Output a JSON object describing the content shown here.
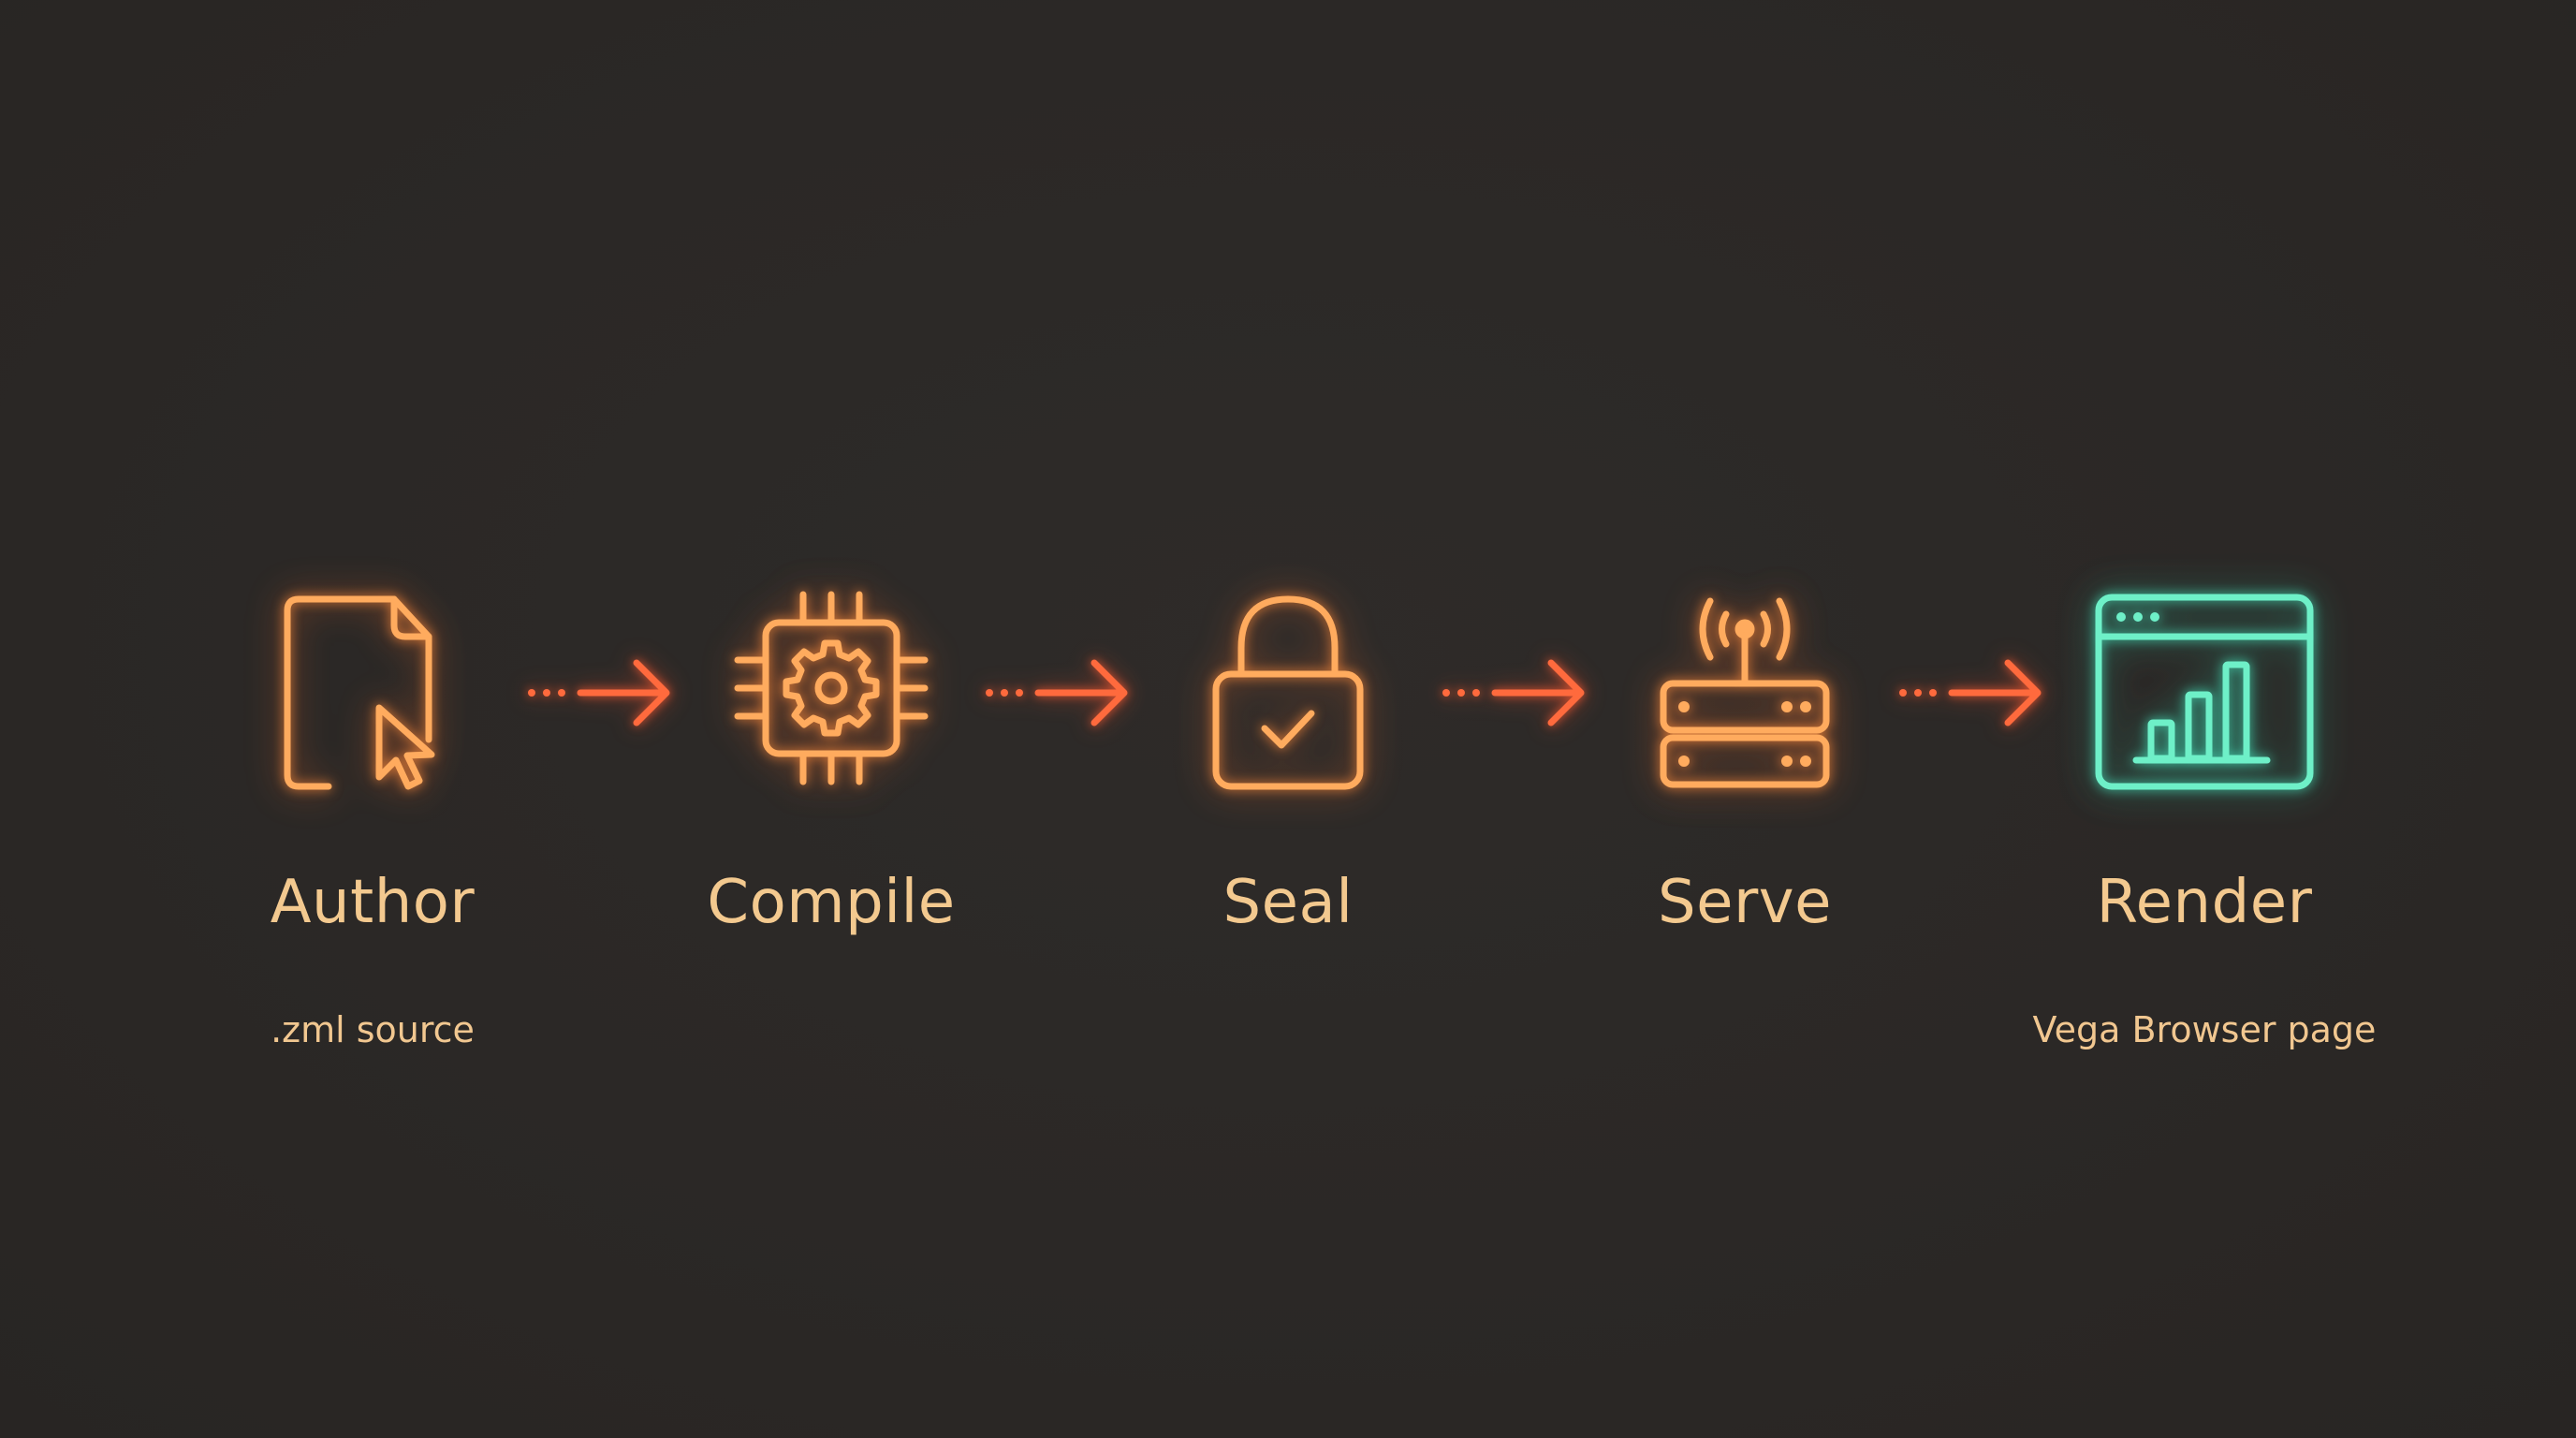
{
  "steps": [
    {
      "label": "Author",
      "sub": ".zml source",
      "icon": "document-cursor-icon"
    },
    {
      "label": "Compile",
      "sub": "",
      "icon": "cpu-gear-icon"
    },
    {
      "label": "Seal",
      "sub": "",
      "icon": "padlock-check-icon"
    },
    {
      "label": "Serve",
      "sub": "",
      "icon": "server-antenna-icon"
    },
    {
      "label": "Render",
      "sub": "Vega Browser page",
      "icon": "browser-chart-icon"
    }
  ],
  "colors": {
    "background": "#2b2826",
    "icon_orange": "#ffab5e",
    "icon_teal": "#6ef0c8",
    "arrow": "#ff6a3d",
    "label": "#f3c98f"
  }
}
